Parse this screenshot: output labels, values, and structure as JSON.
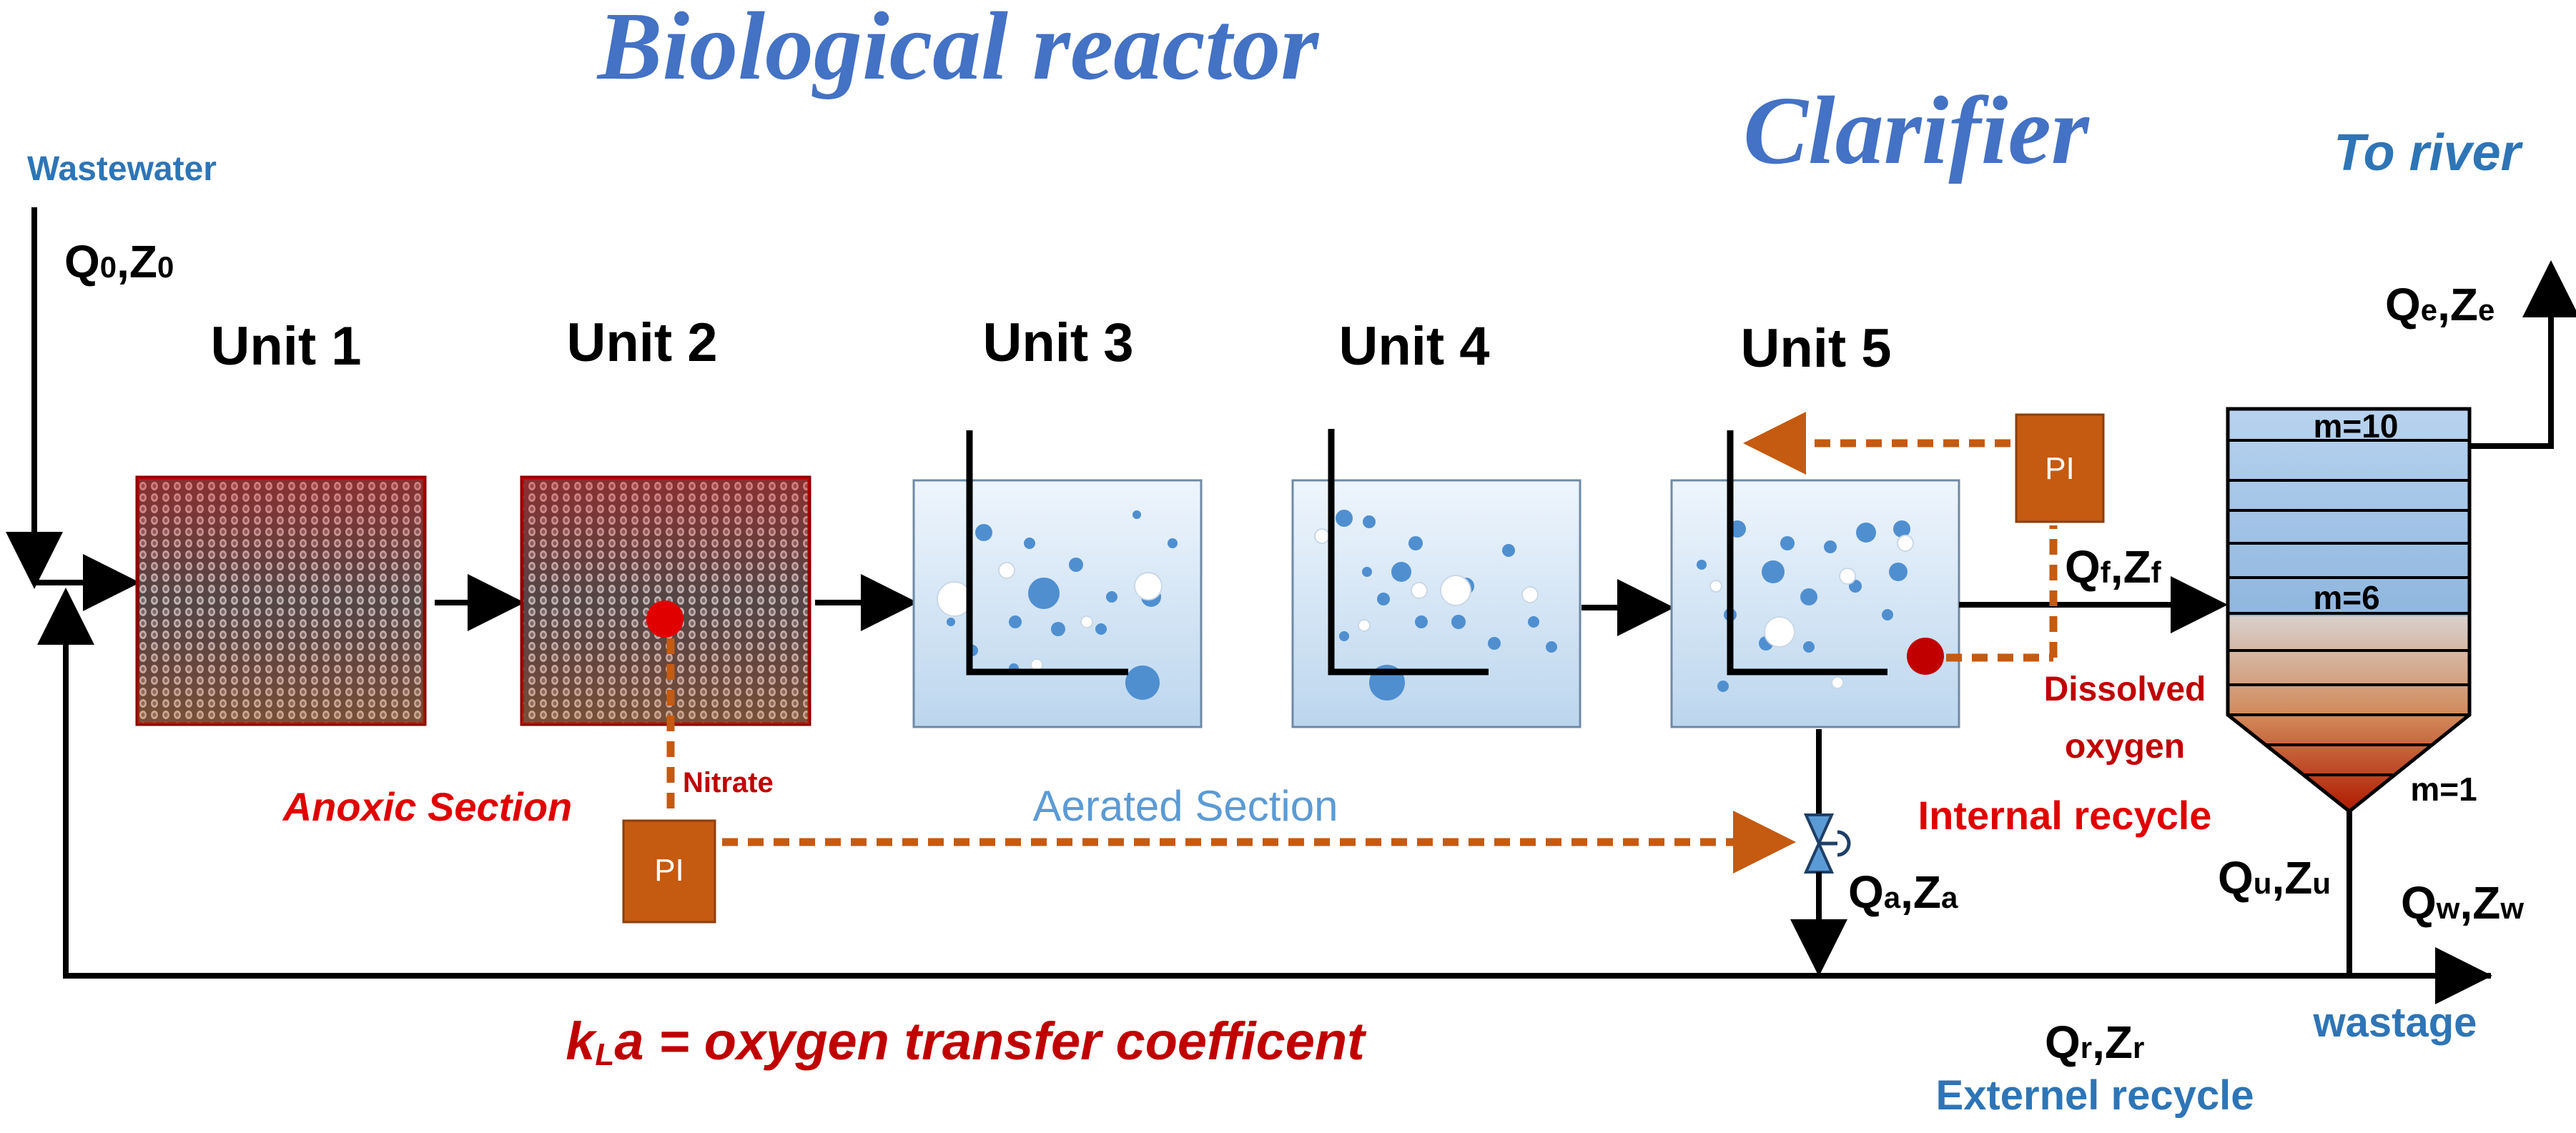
{
  "titles": {
    "bioreactor": "Biological reactor",
    "clarifier": "Clarifier",
    "to_river": "To river"
  },
  "inputs": {
    "wastewater": "Wastewater",
    "q0": "Q",
    "q0_sub": "0",
    "z0": ",Z",
    "z0_sub": "0"
  },
  "units": [
    {
      "label": "Unit 1"
    },
    {
      "label": "Unit 2"
    },
    {
      "label": "Unit 3"
    },
    {
      "label": "Unit 4"
    },
    {
      "label": "Unit 5"
    }
  ],
  "controllers": {
    "pi_label": "PI",
    "nitrate": "Nitrate",
    "dissolved_line1": "Dissolved",
    "dissolved_line2": "oxygen"
  },
  "sections": {
    "anoxic": "Anoxic Section",
    "aerated": "Aerated Section",
    "internal_recycle": "Internal recycle",
    "external_recycle": "Externel recycle",
    "wastage": "wastage"
  },
  "streams": {
    "qe": {
      "q": "Q",
      "qs": "e",
      "z": ",Z",
      "zs": "e"
    },
    "qf": {
      "q": "Q",
      "qs": "f",
      "z": ",Z",
      "zs": "f"
    },
    "qa": {
      "q": "Q",
      "qs": "a",
      "z": ",Z",
      "zs": "a"
    },
    "qu": {
      "q": "Q",
      "qs": "u",
      "z": ",Z",
      "zs": "u"
    },
    "qw": {
      "q": "Q",
      "qs": "w",
      "z": ",Z",
      "zs": "w"
    },
    "qr": {
      "q": "Q",
      "qs": "r",
      "z": ",Z",
      "zs": "r"
    }
  },
  "clarifier_layers": {
    "top": "m=10",
    "feed": "m=6",
    "bottom": "m=1"
  },
  "footnote": {
    "k": "k",
    "l": "L",
    "rest": "a = oxygen transfer coefficent"
  },
  "colors": {
    "title_blue": "#4472C4",
    "label_blue": "#2E75B6",
    "red_text": "#C00000",
    "dashed_orange": "#C55A11",
    "pi_box": "#C55A11",
    "sensor_red": "#E00000",
    "aerated_tank": "#DCEAF7"
  }
}
